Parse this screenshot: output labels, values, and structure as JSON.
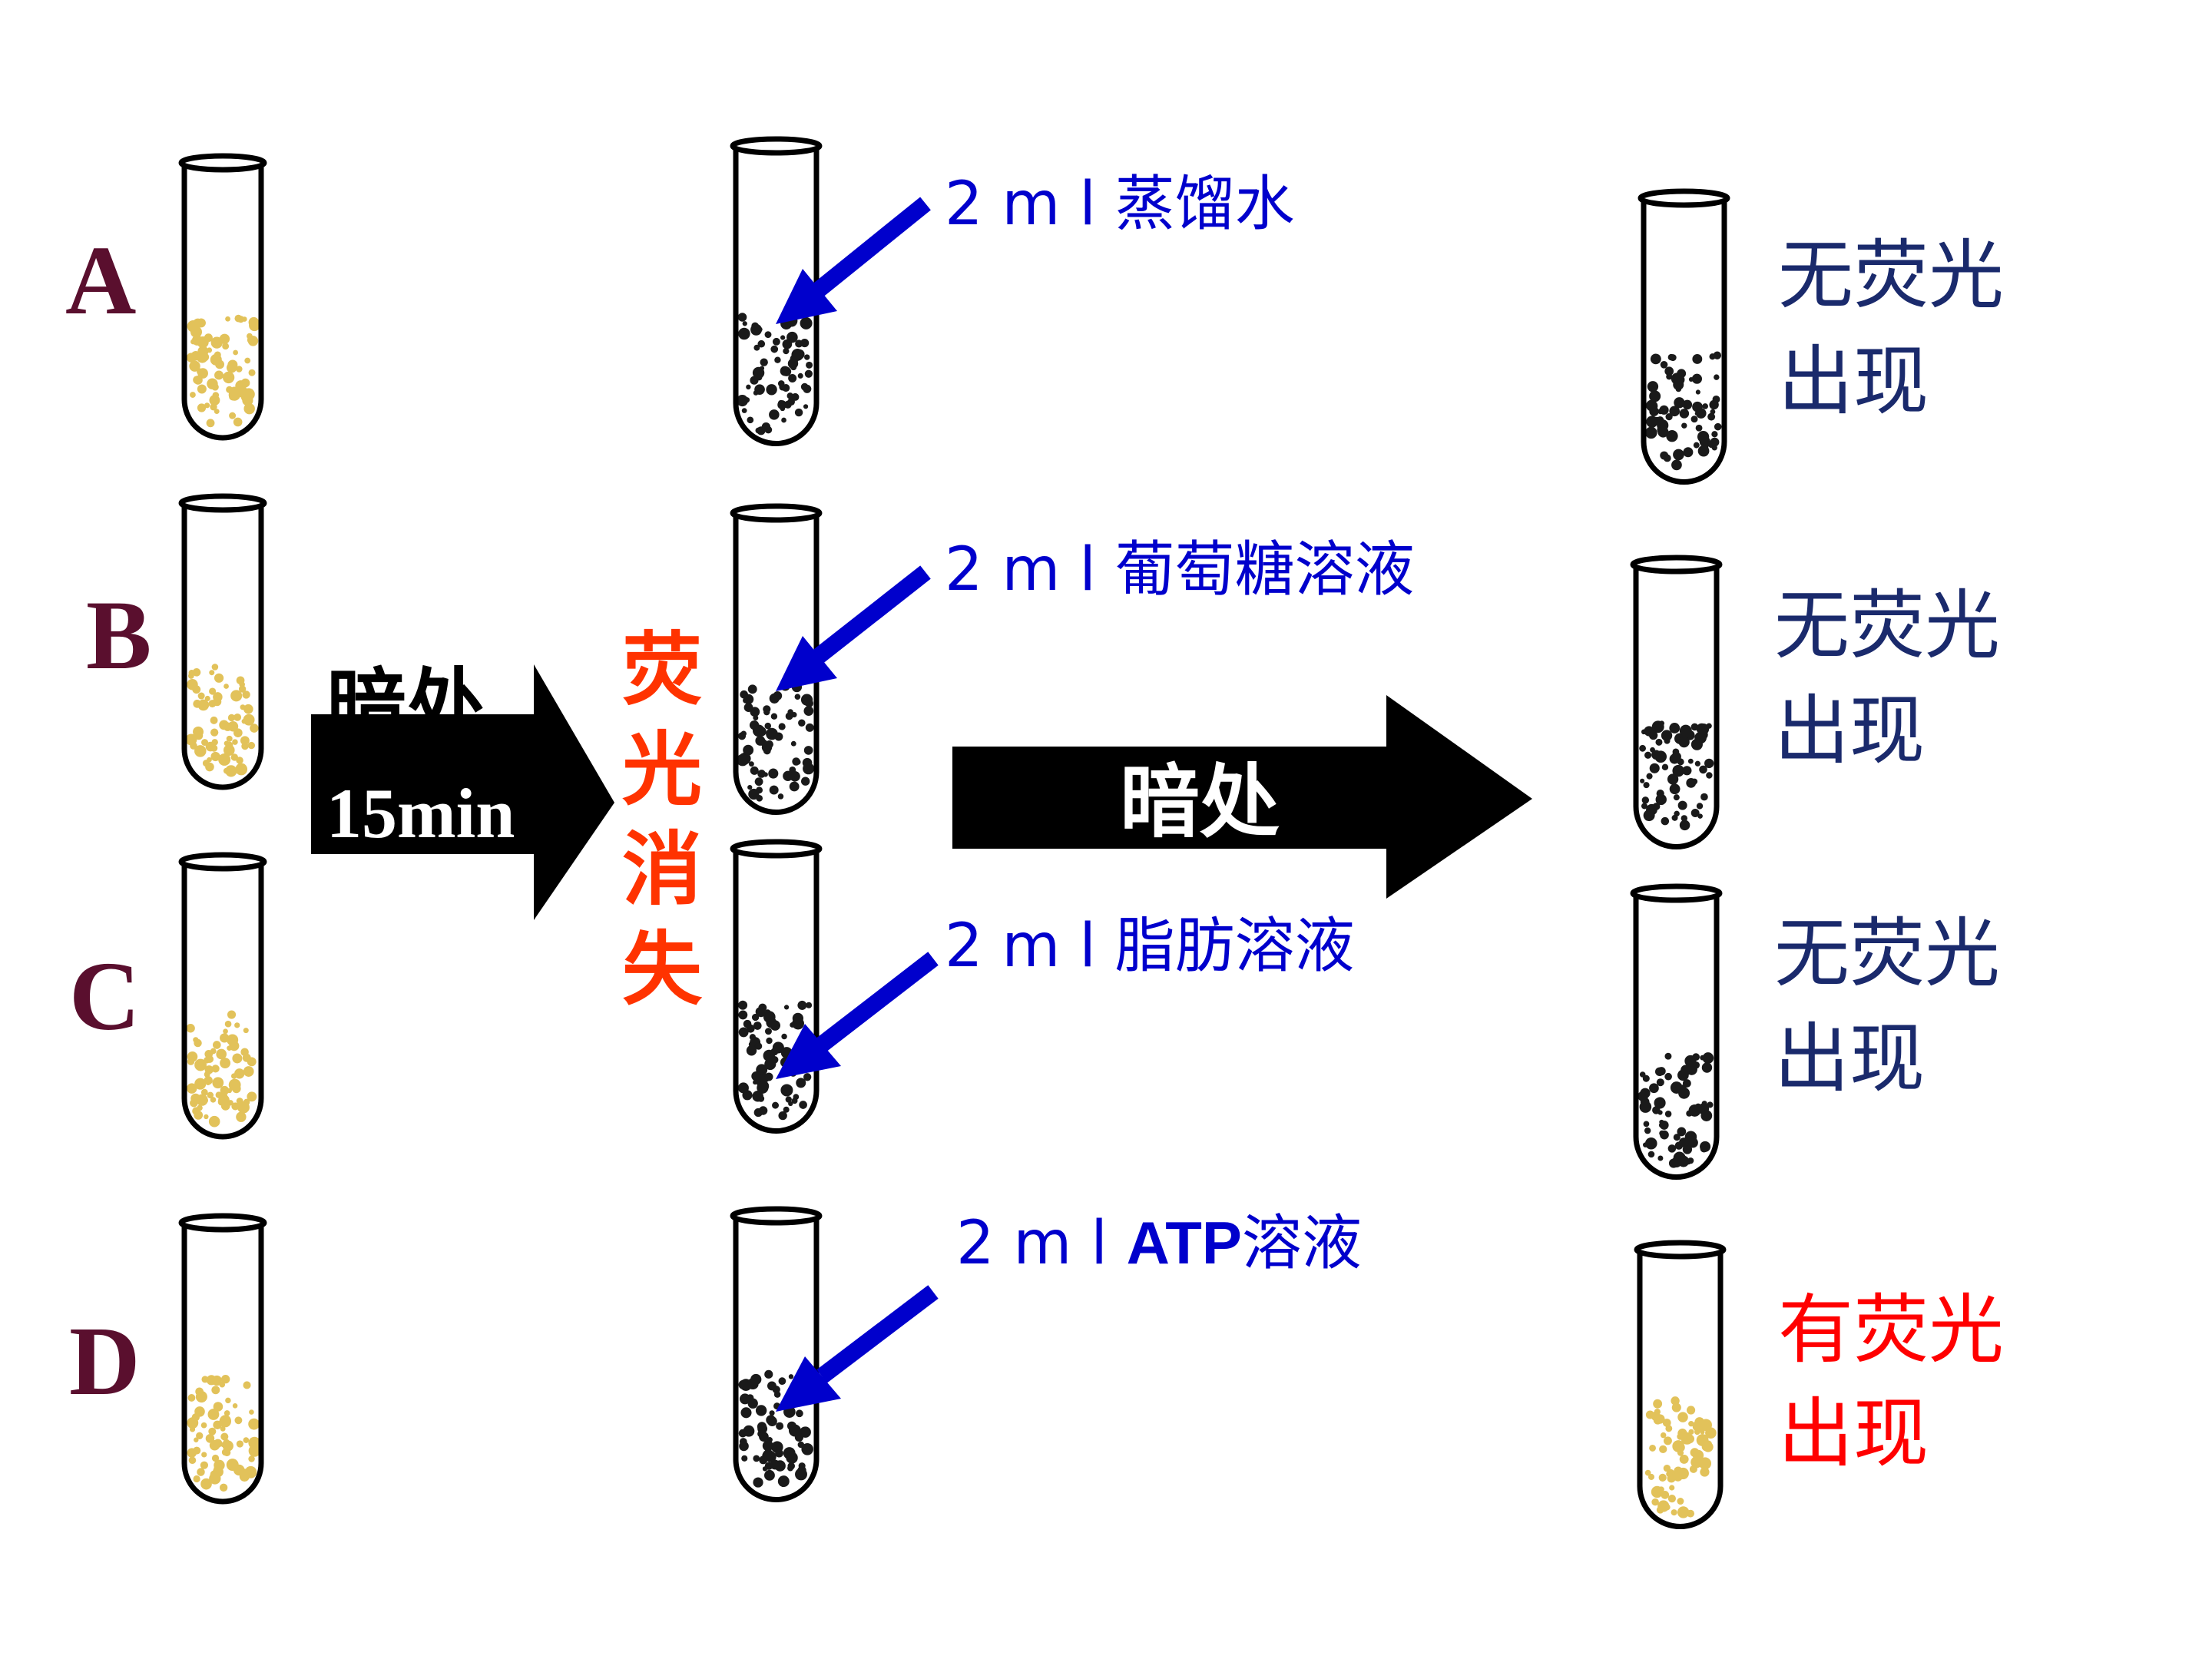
{
  "rows": [
    {
      "letter": "A",
      "reagent": "2 m l 蒸馏水",
      "result_line1": "无荧光",
      "result_line2": "出现",
      "result_color": "#1a2a6c",
      "final_contents": "dark"
    },
    {
      "letter": "B",
      "reagent": "2 m l 葡萄糖溶液",
      "result_line1": "无荧光",
      "result_line2": "出现",
      "result_color": "#1a2a6c",
      "final_contents": "dark"
    },
    {
      "letter": "C",
      "reagent": "2 m l 脂肪溶液",
      "result_line1": "无荧光",
      "result_line2": "出现",
      "result_color": "#1a2a6c",
      "final_contents": "dark"
    },
    {
      "letter": "D",
      "reagent_prefix": "2 m l ",
      "reagent_bold": "ATP",
      "reagent_suffix": "溶液",
      "result_line1": "有荧光",
      "result_line2": "出现",
      "result_color": "#ff0000",
      "final_contents": "yellow"
    }
  ],
  "arrow1": {
    "line1": "暗处",
    "line2": "15min"
  },
  "arrow2": {
    "label": "暗处"
  },
  "middle_label": [
    "荧",
    "光",
    "消",
    "失"
  ],
  "colors": {
    "letter": "#5a0f2e",
    "reagent": "#0000cc",
    "pointer_arrow": "#0000cc",
    "middle_label": "#ff3300",
    "big_arrow": "#000000",
    "yellow_particles": "#e2c25a",
    "dark_particles": "#1a1a1a"
  }
}
